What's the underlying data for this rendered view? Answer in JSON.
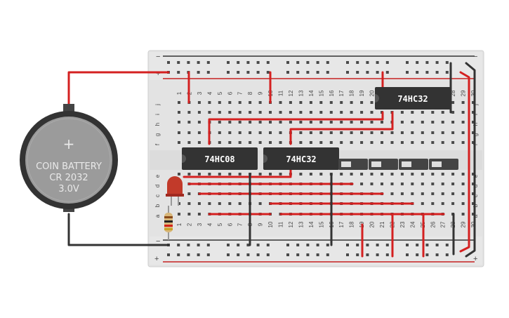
{
  "breadboard": {
    "columns": [
      "1",
      "2",
      "3",
      "4",
      "5",
      "6",
      "7",
      "8",
      "9",
      "10",
      "11",
      "12",
      "13",
      "14",
      "15",
      "16",
      "17",
      "18",
      "19",
      "20",
      "21",
      "22",
      "23",
      "24",
      "25",
      "26",
      "27",
      "28",
      "29",
      "30"
    ],
    "row_letters_top": [
      "j",
      "i",
      "h",
      "g",
      "f"
    ],
    "row_letters_bottom": [
      "e",
      "d",
      "c",
      "b",
      "a"
    ],
    "rail_minus": "−",
    "rail_plus": "+"
  },
  "battery": {
    "line1": "COIN BATTERY",
    "line2": "CR 2032",
    "line3": "3.0V",
    "plus_symbol": "+"
  },
  "chips": [
    {
      "label": "74HC08"
    },
    {
      "label": "74HC32"
    },
    {
      "label": "74HC32"
    }
  ],
  "colors": {
    "wire_red": "#d42020",
    "wire_black": "#333333",
    "chip_body": "#333333",
    "board": "#e6e6e6",
    "led": "#c23a2a",
    "battery_body": "#9b9b9b"
  },
  "components": {
    "led": "led",
    "resistor": "resistor",
    "switches": [
      "slide-switch-1",
      "slide-switch-2",
      "slide-switch-3",
      "slide-switch-4"
    ]
  }
}
